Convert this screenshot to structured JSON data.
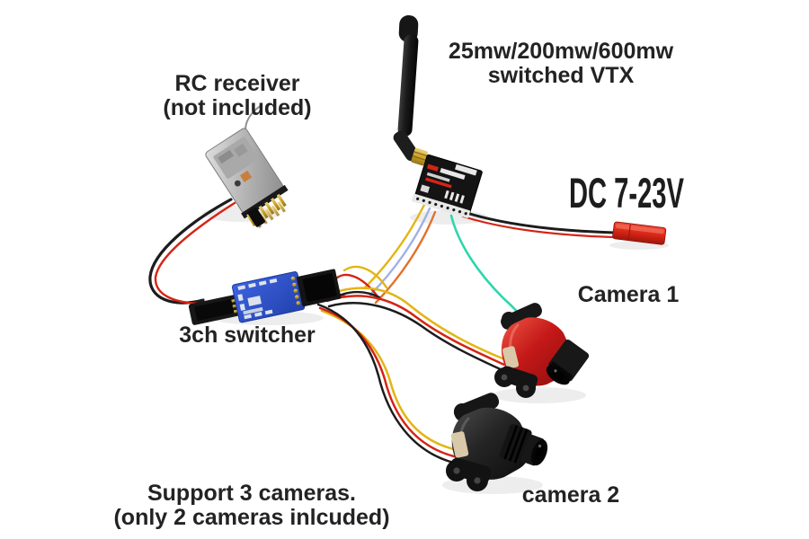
{
  "labels": {
    "rc_receiver": {
      "line1": "RC receiver",
      "line2": "(not included)"
    },
    "vtx": {
      "line1": "25mw/200mw/600mw",
      "line2": "switched VTX"
    },
    "dc_power": "DC 7-23V",
    "camera1": "Camera 1",
    "switcher": "3ch switcher",
    "camera2": "camera 2",
    "support": {
      "line1": "Support 3 cameras.",
      "line2": "(only 2 cameras inlcuded)"
    }
  },
  "components": [
    {
      "name": "rc-receiver-module",
      "description": "silver RC receiver PCB with pin headers and antenna wire"
    },
    {
      "name": "vtx-module",
      "description": "5.8G video transmitter board with black rubber-duck antenna on gold SMA connector"
    },
    {
      "name": "3ch-switcher-board",
      "description": "blue 3-channel video switcher PCB with black servo connectors"
    },
    {
      "name": "camera-1",
      "description": "red FPV camera with black lens and mounting brackets"
    },
    {
      "name": "camera-2",
      "description": "black FPV camera with ribbed lens and mounting brackets"
    },
    {
      "name": "jst-power-connector",
      "description": "red JST DC power pigtail"
    }
  ],
  "colors": {
    "background": "#ffffff",
    "text": "#232323",
    "wire_yellow": "#e3b515",
    "wire_red": "#d42415",
    "wire_black": "#1c1c1c",
    "wire_teal": "#2fd6ae",
    "wire_orange": "#e2702c",
    "wire_lavender": "#9fb0e8",
    "camera1_body": "#c41818",
    "camera2_body": "#1f1f1f",
    "switcher_pcb": "#2c50c8",
    "jst_connector": "#d42415",
    "antenna": "#1b1b1b",
    "sma_gold": "#c9a227",
    "receiver_silver": "#b8b8b8"
  }
}
